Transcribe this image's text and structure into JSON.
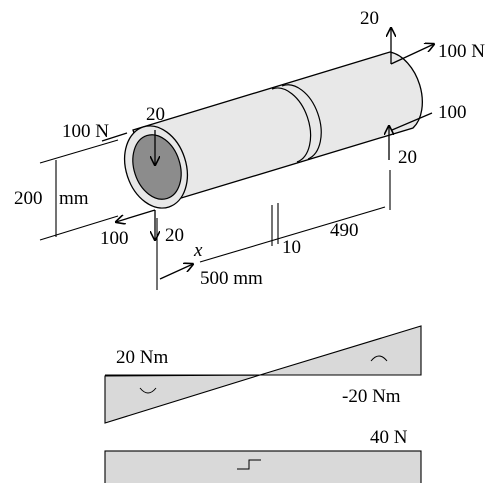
{
  "labels": {
    "top_shear": "20",
    "axial_right": "100 N",
    "tor_right": "100",
    "shear_right": "20",
    "axial_left": "100 N",
    "shear_left_top": "20",
    "diameter": "200",
    "diameter_unit": "mm",
    "tor_left": "100",
    "shear_left_bottom": "20",
    "x_axis": "x",
    "gap": "10",
    "seg_length": "490",
    "total_length": "500 mm"
  },
  "diagram_labels": {
    "moment_left": "20 Nm",
    "moment_right": "-20 Nm",
    "shear_value": "40 N"
  },
  "colors": {
    "ink": "#000000",
    "cylinder_fill": "#e8e8e8",
    "bore_fill": "#8c8c8c",
    "diagram_fill": "#d9d9d9"
  }
}
